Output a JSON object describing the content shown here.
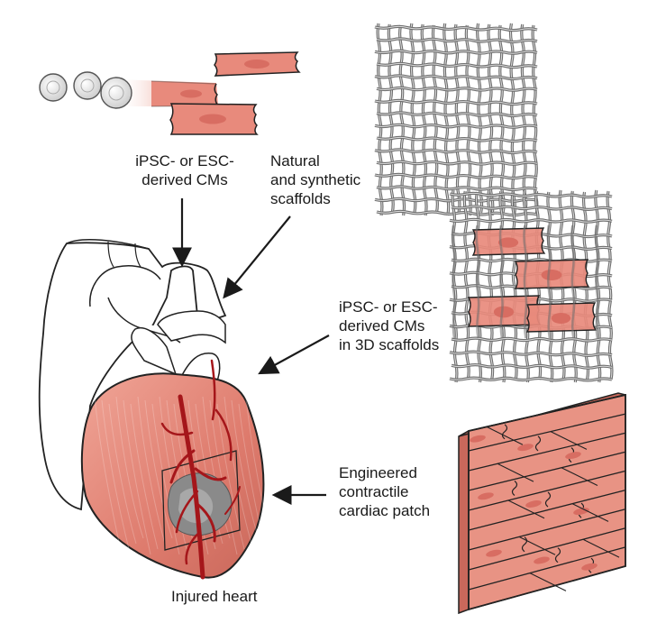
{
  "labels": {
    "derived_cms": "iPSC- or ESC-\nderived CMs",
    "scaffolds": "Natural\nand synthetic\nscaffolds",
    "cms_in_scaffolds": "iPSC- or ESC-\nderived CMs\nin 3D scaffolds",
    "patch": "Engineered\ncontractile\ncardiac patch",
    "heart": "Injured heart"
  },
  "colors": {
    "muscle": "#e88a7c",
    "muscle_dark": "#d86d62",
    "heart": "#dc7a6c",
    "vessel": "#a5161a",
    "mesh": "#6f6f6f",
    "infarct": "#8a8a8a",
    "outline": "#222222"
  }
}
